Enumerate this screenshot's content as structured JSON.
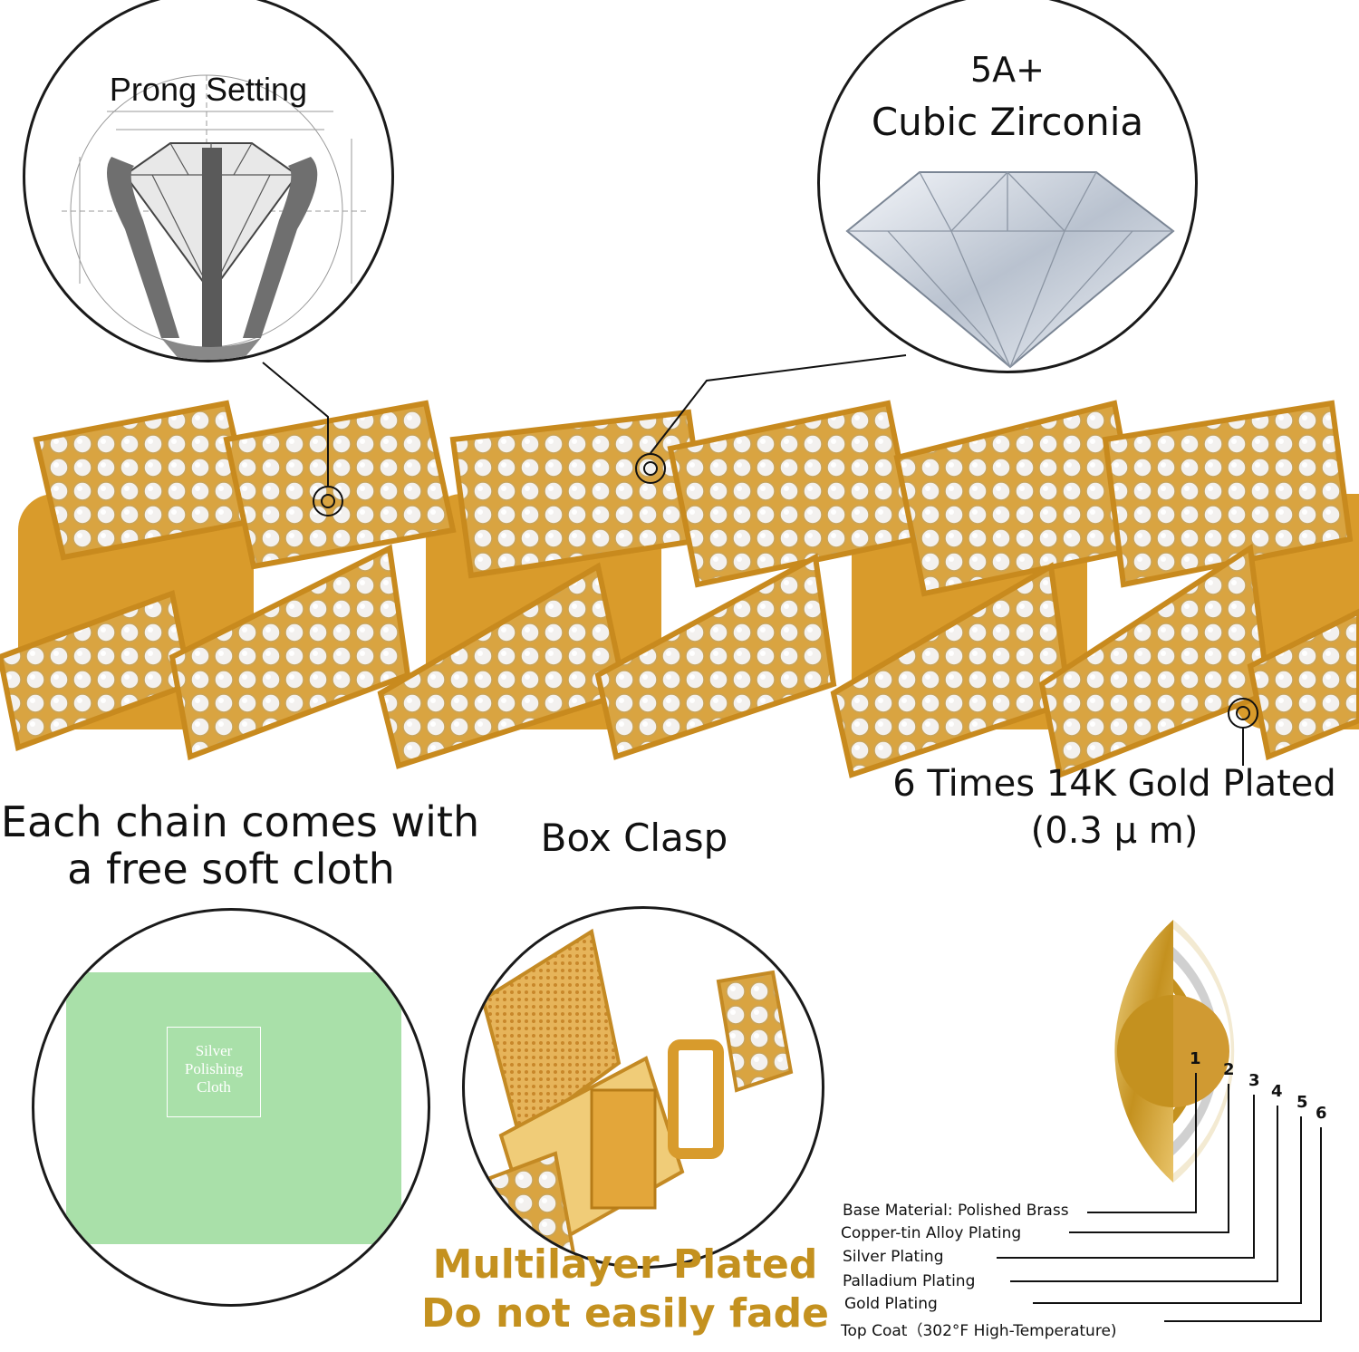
{
  "prong": {
    "label": "Prong Setting"
  },
  "zirconia": {
    "grade": "5A+",
    "label": "Cubic Zirconia"
  },
  "plating_headline": {
    "line1": "6 Times 14K Gold Plated",
    "line2": "(0.3 μ m)"
  },
  "cloth_heading": {
    "line1": "Each chain comes with",
    "line2": "a free soft cloth"
  },
  "cloth_card": {
    "line1": "Silver",
    "line2": "Polishing",
    "line3": "Cloth"
  },
  "clasp": {
    "label": "Box Clasp"
  },
  "multilayer": {
    "line1": "Multilayer Plated",
    "line2": "Do not easily fade"
  },
  "layers": [
    {
      "number": "1",
      "label": "Base Material: Polished Brass"
    },
    {
      "number": "2",
      "label": "Copper-tin Alloy Plating"
    },
    {
      "number": "3",
      "label": "Silver Plating"
    },
    {
      "number": "4",
      "label": "Palladium Plating"
    },
    {
      "number": "5",
      "label": "Gold Plating"
    },
    {
      "number": "6",
      "label": "Top Coat（302°F High-Temperature)"
    }
  ],
  "colors": {
    "gold": "#c4911f",
    "gold_light": "#e9c46a",
    "cloth_card": "#a9e0a9",
    "silver": "#d0d0d0"
  }
}
